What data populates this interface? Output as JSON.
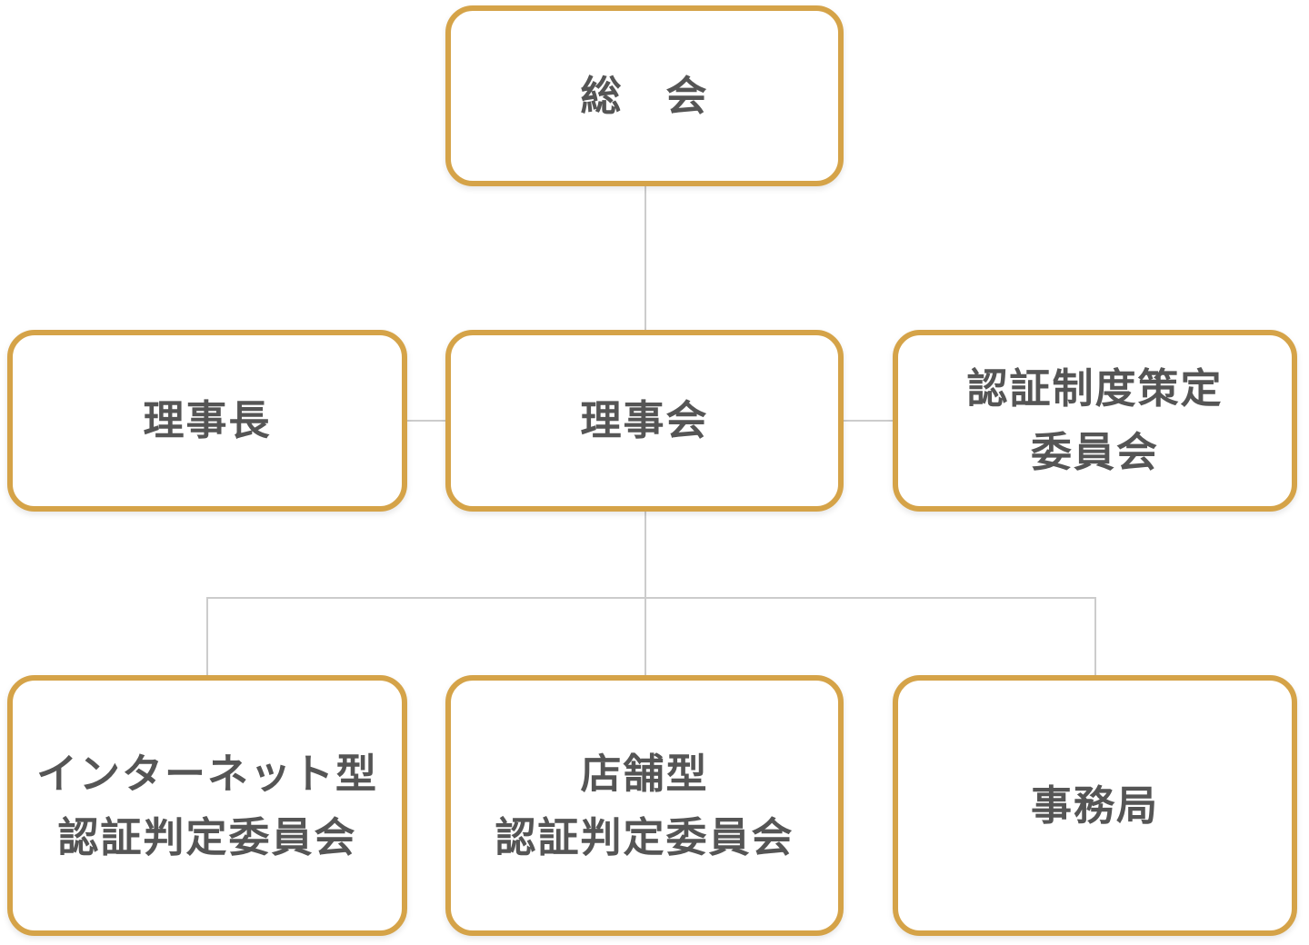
{
  "diagram": {
    "type": "org-chart",
    "colors": {
      "box_border": "#d5a348",
      "box_background": "#ffffff",
      "label_text": "#555555",
      "connector_line": "#cccccc",
      "page_background": "#ffffff"
    },
    "nodes": {
      "general_assembly": {
        "label": "総　会"
      },
      "chairman": {
        "label": "理事長"
      },
      "board": {
        "label": "理事会"
      },
      "cert_system_committee": {
        "label": "認証制度策定\n委員会"
      },
      "internet_committee": {
        "label": "インターネット型\n認証判定委員会"
      },
      "store_committee": {
        "label": "店舗型\n認証判定委員会"
      },
      "secretariat": {
        "label": "事務局"
      }
    },
    "edges": [
      {
        "from": "general_assembly",
        "to": "board"
      },
      {
        "from": "chairman",
        "to": "board"
      },
      {
        "from": "board",
        "to": "cert_system_committee"
      },
      {
        "from": "board",
        "to": "internet_committee"
      },
      {
        "from": "board",
        "to": "store_committee"
      },
      {
        "from": "board",
        "to": "secretariat"
      }
    ]
  }
}
